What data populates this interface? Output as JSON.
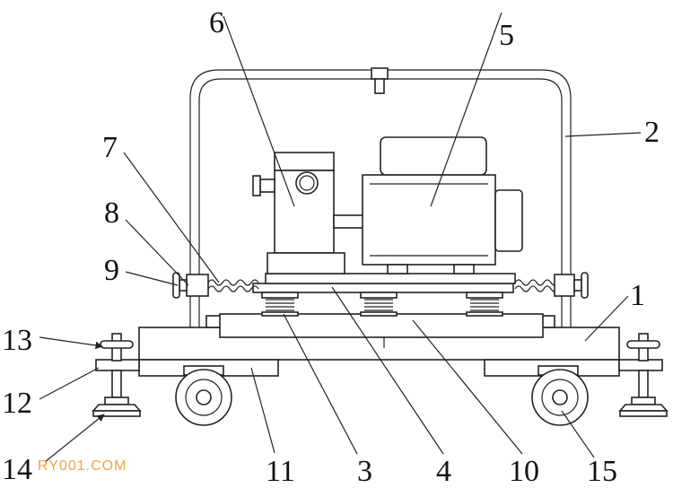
{
  "labels": {
    "l1": "1",
    "l2": "2",
    "l3": "3",
    "l4": "4",
    "l5": "5",
    "l6": "6",
    "l7": "7",
    "l8": "8",
    "l9": "9",
    "l10": "10",
    "l11": "11",
    "l12": "12",
    "l13": "13",
    "l14": "14",
    "l15": "15"
  },
  "watermark": "RY001.COM"
}
